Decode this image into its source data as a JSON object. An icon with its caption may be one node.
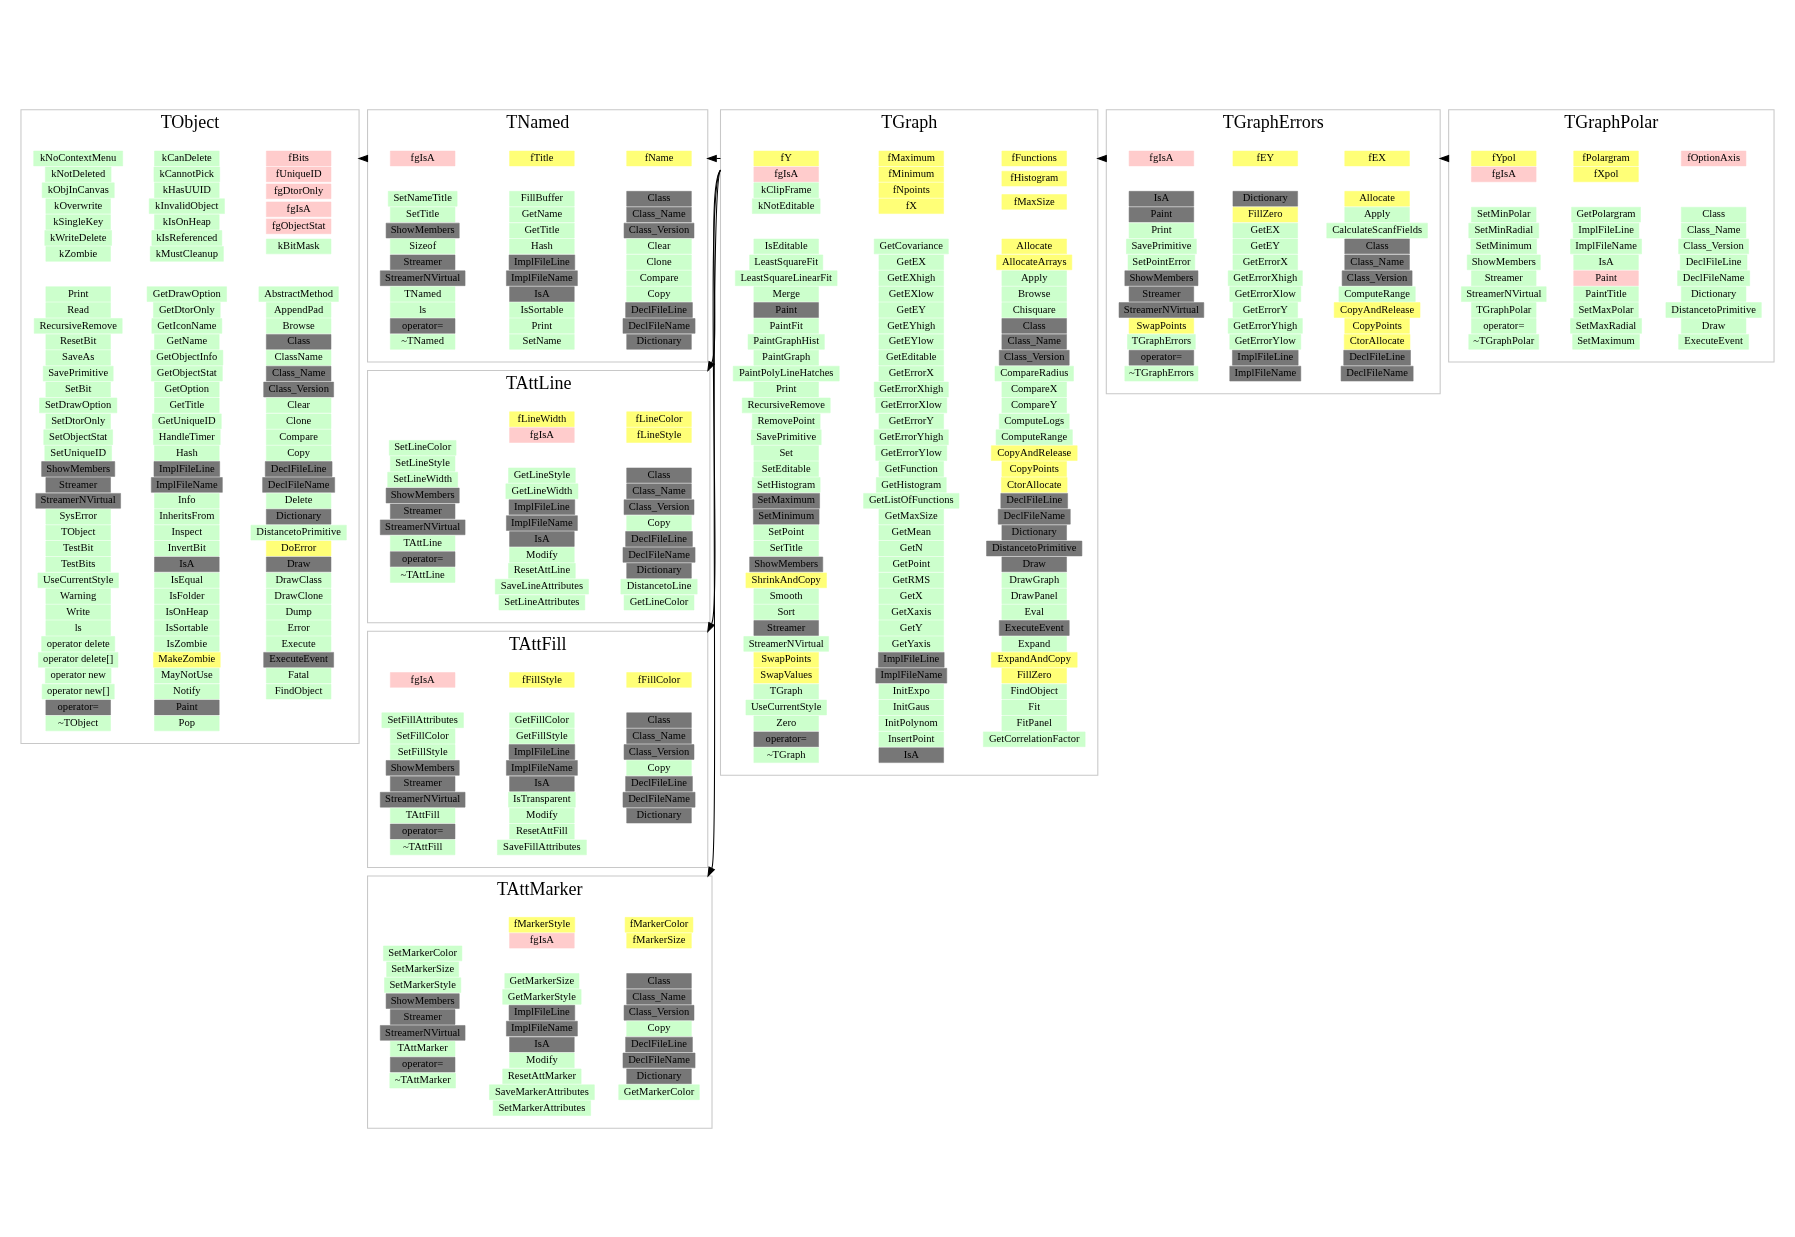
{
  "diagram": {
    "nodes": [
      {
        "text": [
          "TObject"
        ]
      },
      {
        "text": [
          "kNoContextMenu"
        ],
        "in": 0
      },
      {
        "text": [
          "kNotDeleted"
        ],
        "in": 0
      },
      {
        "text": [
          "kObjInCanvas"
        ],
        "in": 0
      },
      {
        "text": [
          "kOverwrite"
        ],
        "in": 0
      },
      {
        "text": [
          "kSingleKey"
        ],
        "in": 0
      },
      {
        "text": [
          "kWriteDelete"
        ],
        "in": 0
      },
      {
        "text": [
          "kZombie"
        ],
        "in": 0
      },
      {
        "text": [
          "Print"
        ],
        "in": 0
      },
      {
        "text": [
          "Read"
        ],
        "in": 0
      },
      {
        "text": [
          "RecursiveRemove"
        ],
        "in": 0
      },
      {
        "text": [
          "ResetBit"
        ],
        "in": 0
      },
      {
        "text": [
          "SaveAs"
        ],
        "in": 0
      },
      {
        "text": [
          "SavePrimitive"
        ],
        "in": 0
      },
      {
        "text": [
          "SetBit"
        ],
        "in": 0
      },
      {
        "text": [
          "SetDrawOption"
        ],
        "in": 0
      },
      {
        "text": [
          "SetDtorOnly"
        ],
        "in": 0
      },
      {
        "text": [
          "SetObjectStat"
        ],
        "in": 0
      },
      {
        "text": [
          "SetUniqueID"
        ],
        "in": 0
      },
      {
        "text": [
          "ShowMembers"
        ],
        "in": 0
      },
      {
        "text": [
          "Streamer"
        ],
        "in": 0
      },
      {
        "text": [
          "StreamerNVirtual"
        ],
        "in": 0
      },
      {
        "text": [
          "SysError"
        ],
        "in": 0
      },
      {
        "text": [
          "TObject"
        ],
        "in": 0
      },
      {
        "text": [
          "TestBit"
        ],
        "in": 0
      },
      {
        "text": [
          "TestBits"
        ],
        "in": 0
      },
      {
        "text": [
          "UseCurrentStyle"
        ],
        "in": 0
      },
      {
        "text": [
          "Warning"
        ],
        "in": 0
      },
      {
        "text": [
          "Write"
        ],
        "in": 0
      },
      {
        "text": [
          "ls"
        ],
        "in": 0
      },
      {
        "text": [
          "operator delete"
        ],
        "in": 0
      },
      {
        "text": [
          "operator delete[]"
        ],
        "in": 0
      },
      {
        "text": [
          "operator new"
        ],
        "in": 0
      },
      {
        "text": [
          "operator new[]"
        ],
        "in": 0
      },
      {
        "text": [
          "operator="
        ],
        "in": 0
      },
      {
        "text": [
          "~TObject"
        ],
        "in": 0
      },
      {
        "text": [
          "kCanDelete"
        ],
        "in": 0
      },
      {
        "text": [
          "kCannotPick"
        ],
        "in": 0
      },
      {
        "text": [
          "kHasUUID"
        ],
        "in": 0
      },
      {
        "text": [
          "kInvalidObject"
        ],
        "in": 0
      },
      {
        "text": [
          "kIsOnHeap"
        ],
        "in": 0
      },
      {
        "text": [
          "kIsReferenced"
        ],
        "in": 0
      },
      {
        "text": [
          "kMustCleanup"
        ],
        "in": 0
      },
      {
        "text": [
          "GetDrawOption"
        ],
        "in": 0
      },
      {
        "text": [
          "GetDtorOnly"
        ],
        "in": 0
      },
      {
        "text": [
          "GetIconName"
        ],
        "in": 0
      },
      {
        "text": [
          "GetName"
        ],
        "in": 0
      },
      {
        "text": [
          "GetObjectInfo"
        ],
        "in": 0
      },
      {
        "text": [
          "GetObjectStat"
        ],
        "in": 0
      },
      {
        "text": [
          "GetOption"
        ],
        "in": 0
      },
      {
        "text": [
          "GetTitle"
        ],
        "in": 0
      },
      {
        "text": [
          "GetUniqueID"
        ],
        "in": 0
      },
      {
        "text": [
          "HandleTimer"
        ],
        "in": 0
      },
      {
        "text": [
          "Hash"
        ],
        "in": 0
      },
      {
        "text": [
          "ImplFileLine"
        ],
        "in": 0
      },
      {
        "text": [
          "ImplFileName"
        ],
        "in": 0
      },
      {
        "text": [
          "Info"
        ],
        "in": 0
      },
      {
        "text": [
          "InheritsFrom"
        ],
        "in": 0
      },
      {
        "text": [
          "Inspect"
        ],
        "in": 0
      },
      {
        "text": [
          "InvertBit"
        ],
        "in": 0
      },
      {
        "text": [
          "IsA"
        ],
        "in": 0
      },
      {
        "text": [
          "IsEqual"
        ],
        "in": 0
      },
      {
        "text": [
          "IsFolder"
        ],
        "in": 0
      },
      {
        "text": [
          "IsOnHeap"
        ],
        "in": 0
      },
      {
        "text": [
          "IsSortable"
        ],
        "in": 0
      },
      {
        "text": [
          "IsZombie"
        ],
        "in": 0
      },
      {
        "text": [
          "MakeZombie"
        ],
        "in": 0
      },
      {
        "text": [
          "MayNotUse"
        ],
        "in": 0
      },
      {
        "text": [
          "Notify"
        ],
        "in": 0
      },
      {
        "text": [
          "Paint"
        ],
        "in": 0
      },
      {
        "text": [
          "Pop"
        ],
        "in": 0
      },
      {
        "text": [
          "fBits"
        ],
        "in": 0
      },
      {
        "text": [
          "fUniqueID"
        ],
        "in": 0
      },
      {
        "text": [
          "fgDtorOnly"
        ],
        "in": 0
      },
      {
        "text": [
          "fgIsA"
        ],
        "in": 0
      },
      {
        "text": [
          "fgObjectStat"
        ],
        "in": 0
      },
      {
        "text": [
          "kBitMask"
        ],
        "in": 0
      },
      {
        "text": [
          "AbstractMethod"
        ],
        "in": 0
      },
      {
        "text": [
          "AppendPad"
        ],
        "in": 0
      },
      {
        "text": [
          "Browse"
        ],
        "in": 0
      },
      {
        "text": [
          "Class"
        ],
        "in": 0
      },
      {
        "text": [
          "ClassName"
        ],
        "in": 0
      },
      {
        "text": [
          "Class_Name"
        ],
        "in": 0
      },
      {
        "text": [
          "Class_Version"
        ],
        "in": 0
      },
      {
        "text": [
          "Clear"
        ],
        "in": 0
      },
      {
        "text": [
          "Clone"
        ],
        "in": 0
      },
      {
        "text": [
          "Compare"
        ],
        "in": 0
      },
      {
        "text": [
          "Copy"
        ],
        "in": 0
      },
      {
        "text": [
          "DeclFileLine"
        ],
        "in": 0
      },
      {
        "text": [
          "DeclFileName"
        ],
        "in": 0
      },
      {
        "text": [
          "Delete"
        ],
        "in": 0
      },
      {
        "text": [
          "Dictionary"
        ],
        "in": 0
      },
      {
        "text": [
          "DistancetoPrimitive"
        ],
        "in": 0
      },
      {
        "text": [
          "DoError"
        ],
        "in": 0
      },
      {
        "text": [
          "Draw"
        ],
        "in": 0
      },
      {
        "text": [
          "DrawClass"
        ],
        "in": 0
      },
      {
        "text": [
          "DrawClone"
        ],
        "in": 0
      },
      {
        "text": [
          "Dump"
        ],
        "in": 0
      },
      {
        "text": [
          "Error"
        ],
        "in": 0
      },
      {
        "text": [
          "Execute"
        ],
        "in": 0
      },
      {
        "text": [
          "ExecuteEvent"
        ],
        "in": 0
      },
      {
        "text": [
          "Fatal"
        ],
        "in": 0
      },
      {
        "text": [
          "FindObject"
        ],
        "in": 0
      },
      {
        "text": [
          "TNamed"
        ]
      },
      {
        "text": [
          "fgIsA"
        ],
        "in": 103
      },
      {
        "text": [
          "SetNameTitle"
        ],
        "in": 103
      },
      {
        "text": [
          "SetTitle"
        ],
        "in": 103
      },
      {
        "text": [
          "ShowMembers"
        ],
        "in": 103
      },
      {
        "text": [
          "Sizeof"
        ],
        "in": 103
      },
      {
        "text": [
          "Streamer"
        ],
        "in": 103
      },
      {
        "text": [
          "StreamerNVirtual"
        ],
        "in": 103
      },
      {
        "text": [
          "TNamed"
        ],
        "in": 103
      },
      {
        "text": [
          "ls"
        ],
        "in": 103
      },
      {
        "text": [
          "operator="
        ],
        "in": 103
      },
      {
        "text": [
          "~TNamed"
        ],
        "in": 103
      },
      {
        "text": [
          "fTitle"
        ],
        "in": 103
      },
      {
        "text": [
          "FillBuffer"
        ],
        "in": 103
      },
      {
        "text": [
          "GetName"
        ],
        "in": 103
      },
      {
        "text": [
          "GetTitle"
        ],
        "in": 103
      },
      {
        "text": [
          "Hash"
        ],
        "in": 103
      },
      {
        "text": [
          "ImplFileLine"
        ],
        "in": 103
      },
      {
        "text": [
          "ImplFileName"
        ],
        "in": 103
      },
      {
        "text": [
          "IsA"
        ],
        "in": 103
      },
      {
        "text": [
          "IsSortable"
        ],
        "in": 103
      },
      {
        "text": [
          "Print"
        ],
        "in": 103
      },
      {
        "text": [
          "SetName"
        ],
        "in": 103
      },
      {
        "text": [
          "fName"
        ],
        "in": 103
      },
      {
        "text": [
          "Class"
        ],
        "in": 103
      },
      {
        "text": [
          "Class_Name"
        ],
        "in": 103
      },
      {
        "text": [
          "Class_Version"
        ],
        "in": 103
      },
      {
        "text": [
          "Clear"
        ],
        "in": 103
      },
      {
        "text": [
          "Clone"
        ],
        "in": 103
      },
      {
        "text": [
          "Compare"
        ],
        "in": 103
      },
      {
        "text": [
          "Copy"
        ],
        "in": 103
      },
      {
        "text": [
          "DeclFileLine"
        ],
        "in": 103
      },
      {
        "text": [
          "DeclFileName"
        ],
        "in": 103
      },
      {
        "text": [
          "Dictionary"
        ],
        "in": 103
      },
      {
        "text": [
          "TAttLine"
        ]
      },
      {
        "text": [
          "SetLineColor"
        ],
        "in": 137
      },
      {
        "text": [
          "SetLineStyle"
        ],
        "in": 137
      },
      {
        "text": [
          "SetLineWidth"
        ],
        "in": 137
      },
      {
        "text": [
          "ShowMembers"
        ],
        "in": 137
      },
      {
        "text": [
          "Streamer"
        ],
        "in": 137
      },
      {
        "text": [
          "StreamerNVirtual"
        ],
        "in": 137
      },
      {
        "text": [
          "TAttLine"
        ],
        "in": 137
      },
      {
        "text": [
          "operator="
        ],
        "in": 137
      },
      {
        "text": [
          "~TAttLine"
        ],
        "in": 137
      },
      {
        "text": [
          "fLineWidth"
        ],
        "in": 137
      },
      {
        "text": [
          "fgIsA"
        ],
        "in": 137
      },
      {
        "text": [
          "GetLineStyle"
        ],
        "in": 137
      },
      {
        "text": [
          "GetLineWidth"
        ],
        "in": 137
      },
      {
        "text": [
          "ImplFileLine"
        ],
        "in": 137
      },
      {
        "text": [
          "ImplFileName"
        ],
        "in": 137
      },
      {
        "text": [
          "IsA"
        ],
        "in": 137
      },
      {
        "text": [
          "Modify"
        ],
        "in": 137
      },
      {
        "text": [
          "ResetAttLine"
        ],
        "in": 137
      },
      {
        "text": [
          "SaveLineAttributes"
        ],
        "in": 137
      },
      {
        "text": [
          "SetLineAttributes"
        ],
        "in": 137
      },
      {
        "text": [
          "fLineColor"
        ],
        "in": 137
      },
      {
        "text": [
          "fLineStyle"
        ],
        "in": 137
      },
      {
        "text": [
          "Class"
        ],
        "in": 137
      },
      {
        "text": [
          "Class_Name"
        ],
        "in": 137
      },
      {
        "text": [
          "Class_Version"
        ],
        "in": 137
      },
      {
        "text": [
          "Copy"
        ],
        "in": 137
      },
      {
        "text": [
          "DeclFileLine"
        ],
        "in": 137
      },
      {
        "text": [
          "DeclFileName"
        ],
        "in": 137
      },
      {
        "text": [
          "Dictionary"
        ],
        "in": 137
      },
      {
        "text": [
          "DistancetoLine"
        ],
        "in": 137
      },
      {
        "text": [
          "GetLineColor"
        ],
        "in": 137
      },
      {
        "text": [
          "TAttFill"
        ]
      },
      {
        "text": [
          "fgIsA"
        ],
        "in": 169
      },
      {
        "text": [
          "SetFillAttributes"
        ],
        "in": 169
      },
      {
        "text": [
          "SetFillColor"
        ],
        "in": 169
      },
      {
        "text": [
          "SetFillStyle"
        ],
        "in": 169
      },
      {
        "text": [
          "ShowMembers"
        ],
        "in": 169
      },
      {
        "text": [
          "Streamer"
        ],
        "in": 169
      },
      {
        "text": [
          "StreamerNVirtual"
        ],
        "in": 169
      },
      {
        "text": [
          "TAttFill"
        ],
        "in": 169
      },
      {
        "text": [
          "operator="
        ],
        "in": 169
      },
      {
        "text": [
          "~TAttFill"
        ],
        "in": 169
      },
      {
        "text": [
          "fFillStyle"
        ],
        "in": 169
      },
      {
        "text": [
          "GetFillColor"
        ],
        "in": 169
      },
      {
        "text": [
          "GetFillStyle"
        ],
        "in": 169
      },
      {
        "text": [
          "ImplFileLine"
        ],
        "in": 169
      },
      {
        "text": [
          "ImplFileName"
        ],
        "in": 169
      },
      {
        "text": [
          "IsA"
        ],
        "in": 169
      },
      {
        "text": [
          "IsTransparent"
        ],
        "in": 169
      },
      {
        "text": [
          "Modify"
        ],
        "in": 169
      },
      {
        "text": [
          "ResetAttFill"
        ],
        "in": 169
      },
      {
        "text": [
          "SaveFillAttributes"
        ],
        "in": 169
      },
      {
        "text": [
          "fFillColor"
        ],
        "in": 169
      },
      {
        "text": [
          "Class"
        ],
        "in": 169
      },
      {
        "text": [
          "Class_Name"
        ],
        "in": 169
      },
      {
        "text": [
          "Class_Version"
        ],
        "in": 169
      },
      {
        "text": [
          "Copy"
        ],
        "in": 169
      },
      {
        "text": [
          "DeclFileLine"
        ],
        "in": 169
      },
      {
        "text": [
          "DeclFileName"
        ],
        "in": 169
      },
      {
        "text": [
          "Dictionary"
        ],
        "in": 169
      },
      {
        "text": [
          "TAttMarker"
        ]
      },
      {
        "text": [
          "SetMarkerColor"
        ],
        "in": 198
      },
      {
        "text": [
          "SetMarkerSize"
        ],
        "in": 198
      },
      {
        "text": [
          "SetMarkerStyle"
        ],
        "in": 198
      },
      {
        "text": [
          "ShowMembers"
        ],
        "in": 198
      },
      {
        "text": [
          "Streamer"
        ],
        "in": 198
      },
      {
        "text": [
          "StreamerNVirtual"
        ],
        "in": 198
      },
      {
        "text": [
          "TAttMarker"
        ],
        "in": 198
      },
      {
        "text": [
          "operator="
        ],
        "in": 198
      },
      {
        "text": [
          "~TAttMarker"
        ],
        "in": 198
      },
      {
        "text": [
          "fMarkerStyle"
        ],
        "in": 198
      },
      {
        "text": [
          "fgIsA"
        ],
        "in": 198
      },
      {
        "text": [
          "GetMarkerSize"
        ],
        "in": 198
      },
      {
        "text": [
          "GetMarkerStyle"
        ],
        "in": 198
      },
      {
        "text": [
          "ImplFileLine"
        ],
        "in": 198
      },
      {
        "text": [
          "ImplFileName"
        ],
        "in": 198
      },
      {
        "text": [
          "IsA"
        ],
        "in": 198
      },
      {
        "text": [
          "Modify"
        ],
        "in": 198
      },
      {
        "text": [
          "ResetAttMarker"
        ],
        "in": 198
      },
      {
        "text": [
          "SaveMarkerAttributes"
        ],
        "in": 198
      },
      {
        "text": [
          "SetMarkerAttributes"
        ],
        "in": 198
      },
      {
        "text": [
          "fMarkerColor"
        ],
        "in": 198
      },
      {
        "text": [
          "fMarkerSize"
        ],
        "in": 198
      },
      {
        "text": [
          "Class"
        ],
        "in": 198
      },
      {
        "text": [
          "Class_Name"
        ],
        "in": 198
      },
      {
        "text": [
          "Class_Version"
        ],
        "in": 198
      },
      {
        "text": [
          "Copy"
        ],
        "in": 198
      },
      {
        "text": [
          "DeclFileLine"
        ],
        "in": 198
      },
      {
        "text": [
          "DeclFileName"
        ],
        "in": 198
      },
      {
        "text": [
          "Dictionary"
        ],
        "in": 198
      },
      {
        "text": [
          "GetMarkerColor"
        ],
        "in": 198
      },
      {
        "text": [
          "TGraph"
        ]
      },
      {
        "text": [
          "fY"
        ],
        "in": 229
      },
      {
        "text": [
          "fgIsA"
        ],
        "in": 229
      },
      {
        "text": [
          "kClipFrame"
        ],
        "in": 229
      },
      {
        "text": [
          "kNotEditable"
        ],
        "in": 229
      },
      {
        "text": [
          "IsEditable"
        ],
        "in": 229
      },
      {
        "text": [
          "LeastSquareFit"
        ],
        "in": 229
      },
      {
        "text": [
          "LeastSquareLinearFit"
        ],
        "in": 229
      },
      {
        "text": [
          "Merge"
        ],
        "in": 229
      },
      {
        "text": [
          "Paint"
        ],
        "in": 229
      },
      {
        "text": [
          "PaintFit"
        ],
        "in": 229
      },
      {
        "text": [
          "PaintGraphHist"
        ],
        "in": 229
      },
      {
        "text": [
          "PaintGraph"
        ],
        "in": 229
      },
      {
        "text": [
          "PaintPolyLineHatches"
        ],
        "in": 229
      },
      {
        "text": [
          "Print"
        ],
        "in": 229
      },
      {
        "text": [
          "RecursiveRemove"
        ],
        "in": 229
      },
      {
        "text": [
          "RemovePoint"
        ],
        "in": 229
      },
      {
        "text": [
          "SavePrimitive"
        ],
        "in": 229
      },
      {
        "text": [
          "Set"
        ],
        "in": 229
      },
      {
        "text": [
          "SetEditable"
        ],
        "in": 229
      },
      {
        "text": [
          "SetHistogram"
        ],
        "in": 229
      },
      {
        "text": [
          "SetMaximum"
        ],
        "in": 229
      },
      {
        "text": [
          "SetMinimum"
        ],
        "in": 229
      },
      {
        "text": [
          "SetPoint"
        ],
        "in": 229
      },
      {
        "text": [
          "SetTitle"
        ],
        "in": 229
      },
      {
        "text": [
          "ShowMembers"
        ],
        "in": 229
      },
      {
        "text": [
          "ShrinkAndCopy"
        ],
        "in": 229
      },
      {
        "text": [
          "Smooth"
        ],
        "in": 229
      },
      {
        "text": [
          "Sort"
        ],
        "in": 229
      },
      {
        "text": [
          "Streamer"
        ],
        "in": 229
      },
      {
        "text": [
          "StreamerNVirtual"
        ],
        "in": 229
      },
      {
        "text": [
          "SwapPoints"
        ],
        "in": 229
      },
      {
        "text": [
          "SwapValues"
        ],
        "in": 229
      },
      {
        "text": [
          "TGraph"
        ],
        "in": 229
      },
      {
        "text": [
          "UseCurrentStyle"
        ],
        "in": 229
      },
      {
        "text": [
          "Zero"
        ],
        "in": 229
      },
      {
        "text": [
          "operator="
        ],
        "in": 229
      },
      {
        "text": [
          "~TGraph"
        ],
        "in": 229
      },
      {
        "text": [
          "fMaximum"
        ],
        "in": 229
      },
      {
        "text": [
          "fMinimum"
        ],
        "in": 229
      },
      {
        "text": [
          "fNpoints"
        ],
        "in": 229
      },
      {
        "text": [
          "fX"
        ],
        "in": 229
      },
      {
        "text": [
          "GetCovariance"
        ],
        "in": 229
      },
      {
        "text": [
          "GetEX"
        ],
        "in": 229
      },
      {
        "text": [
          "GetEXhigh"
        ],
        "in": 229
      },
      {
        "text": [
          "GetEXlow"
        ],
        "in": 229
      },
      {
        "text": [
          "GetEY"
        ],
        "in": 229
      },
      {
        "text": [
          "GetEYhigh"
        ],
        "in": 229
      },
      {
        "text": [
          "GetEYlow"
        ],
        "in": 229
      },
      {
        "text": [
          "GetEditable"
        ],
        "in": 229
      },
      {
        "text": [
          "GetErrorX"
        ],
        "in": 229
      },
      {
        "text": [
          "GetErrorXhigh"
        ],
        "in": 229
      },
      {
        "text": [
          "GetErrorXlow"
        ],
        "in": 229
      },
      {
        "text": [
          "GetErrorY"
        ],
        "in": 229
      },
      {
        "text": [
          "GetErrorYhigh"
        ],
        "in": 229
      },
      {
        "text": [
          "GetErrorYlow"
        ],
        "in": 229
      },
      {
        "text": [
          "GetFunction"
        ],
        "in": 229
      },
      {
        "text": [
          "GetHistogram"
        ],
        "in": 229
      },
      {
        "text": [
          "GetListOfFunctions"
        ],
        "in": 229
      },
      {
        "text": [
          "GetMaxSize"
        ],
        "in": 229
      },
      {
        "text": [
          "GetMean"
        ],
        "in": 229
      },
      {
        "text": [
          "GetN"
        ],
        "in": 229
      },
      {
        "text": [
          "GetPoint"
        ],
        "in": 229
      },
      {
        "text": [
          "GetRMS"
        ],
        "in": 229
      },
      {
        "text": [
          "GetX"
        ],
        "in": 229
      },
      {
        "text": [
          "GetXaxis"
        ],
        "in": 229
      },
      {
        "text": [
          "GetY"
        ],
        "in": 229
      },
      {
        "text": [
          "GetYaxis"
        ],
        "in": 229
      },
      {
        "text": [
          "ImplFileLine"
        ],
        "in": 229
      },
      {
        "text": [
          "ImplFileName"
        ],
        "in": 229
      },
      {
        "text": [
          "InitExpo"
        ],
        "in": 229
      },
      {
        "text": [
          "InitGaus"
        ],
        "in": 229
      },
      {
        "text": [
          "InitPolynom"
        ],
        "in": 229
      },
      {
        "text": [
          "InsertPoint"
        ],
        "in": 229
      },
      {
        "text": [
          "IsA"
        ],
        "in": 229
      },
      {
        "text": [
          "fFunctions"
        ],
        "in": 229
      },
      {
        "text": [
          "fHistogram"
        ],
        "in": 229
      },
      {
        "text": [
          "fMaxSize"
        ],
        "in": 229
      },
      {
        "text": [
          "Allocate"
        ],
        "in": 229
      },
      {
        "text": [
          "AllocateArrays"
        ],
        "in": 229
      },
      {
        "text": [
          "Apply"
        ],
        "in": 229
      },
      {
        "text": [
          "Browse"
        ],
        "in": 229
      },
      {
        "text": [
          "Chisquare"
        ],
        "in": 229
      },
      {
        "text": [
          "Class"
        ],
        "in": 229
      },
      {
        "text": [
          "Class_Name"
        ],
        "in": 229
      },
      {
        "text": [
          "Class_Version"
        ],
        "in": 229
      },
      {
        "text": [
          "CompareRadius"
        ],
        "in": 229
      },
      {
        "text": [
          "CompareX"
        ],
        "in": 229
      },
      {
        "text": [
          "CompareY"
        ],
        "in": 229
      },
      {
        "text": [
          "ComputeLogs"
        ],
        "in": 229
      },
      {
        "text": [
          "ComputeRange"
        ],
        "in": 229
      },
      {
        "text": [
          "CopyAndRelease"
        ],
        "in": 229
      },
      {
        "text": [
          "CopyPoints"
        ],
        "in": 229
      },
      {
        "text": [
          "CtorAllocate"
        ],
        "in": 229
      },
      {
        "text": [
          "DeclFileLine"
        ],
        "in": 229
      },
      {
        "text": [
          "DeclFileName"
        ],
        "in": 229
      },
      {
        "text": [
          "Dictionary"
        ],
        "in": 229
      },
      {
        "text": [
          "DistancetoPrimitive"
        ],
        "in": 229
      },
      {
        "text": [
          "Draw"
        ],
        "in": 229
      },
      {
        "text": [
          "DrawGraph"
        ],
        "in": 229
      },
      {
        "text": [
          "DrawPanel"
        ],
        "in": 229
      },
      {
        "text": [
          "Eval"
        ],
        "in": 229
      },
      {
        "text": [
          "ExecuteEvent"
        ],
        "in": 229
      },
      {
        "text": [
          "Expand"
        ],
        "in": 229
      },
      {
        "text": [
          "ExpandAndCopy"
        ],
        "in": 229
      },
      {
        "text": [
          "FillZero"
        ],
        "in": 229
      },
      {
        "text": [
          "FindObject"
        ],
        "in": 229
      },
      {
        "text": [
          "Fit"
        ],
        "in": 229
      },
      {
        "text": [
          "FitPanel"
        ],
        "in": 229
      },
      {
        "text": [
          "GetCorrelationFactor"
        ],
        "in": 229
      },
      {
        "text": [
          "TGraphErrors"
        ]
      },
      {
        "text": [
          "fgIsA"
        ],
        "in": 339
      },
      {
        "text": [
          "IsA"
        ],
        "in": 339
      },
      {
        "text": [
          "Paint"
        ],
        "in": 339
      },
      {
        "text": [
          "Print"
        ],
        "in": 339
      },
      {
        "text": [
          "SavePrimitive"
        ],
        "in": 339
      },
      {
        "text": [
          "SetPointError"
        ],
        "in": 339
      },
      {
        "text": [
          "ShowMembers"
        ],
        "in": 339
      },
      {
        "text": [
          "Streamer"
        ],
        "in": 339
      },
      {
        "text": [
          "StreamerNVirtual"
        ],
        "in": 339
      },
      {
        "text": [
          "SwapPoints"
        ],
        "in": 339
      },
      {
        "text": [
          "TGraphErrors"
        ],
        "in": 339
      },
      {
        "text": [
          "operator="
        ],
        "in": 339
      },
      {
        "text": [
          "~TGraphErrors"
        ],
        "in": 339
      },
      {
        "text": [
          "fEY"
        ],
        "in": 339
      },
      {
        "text": [
          "Dictionary"
        ],
        "in": 339
      },
      {
        "text": [
          "FillZero"
        ],
        "in": 339
      },
      {
        "text": [
          "GetEX"
        ],
        "in": 339
      },
      {
        "text": [
          "GetEY"
        ],
        "in": 339
      },
      {
        "text": [
          "GetErrorX"
        ],
        "in": 339
      },
      {
        "text": [
          "GetErrorXhigh"
        ],
        "in": 339
      },
      {
        "text": [
          "GetErrorXlow"
        ],
        "in": 339
      },
      {
        "text": [
          "GetErrorY"
        ],
        "in": 339
      },
      {
        "text": [
          "GetErrorYhigh"
        ],
        "in": 339
      },
      {
        "text": [
          "GetErrorYlow"
        ],
        "in": 339
      },
      {
        "text": [
          "ImplFileLine"
        ],
        "in": 339
      },
      {
        "text": [
          "ImplFileName"
        ],
        "in": 339
      },
      {
        "text": [
          "fEX"
        ],
        "in": 339
      },
      {
        "text": [
          "Allocate"
        ],
        "in": 339
      },
      {
        "text": [
          "Apply"
        ],
        "in": 339
      },
      {
        "text": [
          "CalculateScanfFields"
        ],
        "in": 339
      },
      {
        "text": [
          "Class"
        ],
        "in": 339
      },
      {
        "text": [
          "Class_Name"
        ],
        "in": 339
      },
      {
        "text": [
          "Class_Version"
        ],
        "in": 339
      },
      {
        "text": [
          "ComputeRange"
        ],
        "in": 339
      },
      {
        "text": [
          "CopyAndRelease"
        ],
        "in": 339
      },
      {
        "text": [
          "CopyPoints"
        ],
        "in": 339
      },
      {
        "text": [
          "CtorAllocate"
        ],
        "in": 339
      },
      {
        "text": [
          "DeclFileLine"
        ],
        "in": 339
      },
      {
        "text": [
          "DeclFileName"
        ],
        "in": 339
      },
      {
        "text": [
          "TGraphPolar"
        ]
      },
      {
        "text": [
          "fYpol"
        ],
        "in": 379
      },
      {
        "text": [
          "fgIsA"
        ],
        "in": 379
      },
      {
        "text": [
          "SetMinPolar"
        ],
        "in": 379
      },
      {
        "text": [
          "SetMinRadial"
        ],
        "in": 379
      },
      {
        "text": [
          "SetMinimum"
        ],
        "in": 379
      },
      {
        "text": [
          "ShowMembers"
        ],
        "in": 379
      },
      {
        "text": [
          "Streamer"
        ],
        "in": 379
      },
      {
        "text": [
          "StreamerNVirtual"
        ],
        "in": 379
      },
      {
        "text": [
          "TGraphPolar"
        ],
        "in": 379
      },
      {
        "text": [
          "operator="
        ],
        "in": 379
      },
      {
        "text": [
          "~TGraphPolar"
        ],
        "in": 379
      },
      {
        "text": [
          "fPolargram"
        ],
        "in": 379
      },
      {
        "text": [
          "fXpol"
        ],
        "in": 379
      },
      {
        "text": [
          "GetPolargram"
        ],
        "in": 379
      },
      {
        "text": [
          "ImplFileLine"
        ],
        "in": 379
      },
      {
        "text": [
          "ImplFileName"
        ],
        "in": 379
      },
      {
        "text": [
          "IsA"
        ],
        "in": 379
      },
      {
        "text": [
          "Paint"
        ],
        "in": 379
      },
      {
        "text": [
          "PaintTitle"
        ],
        "in": 379
      },
      {
        "text": [
          "SetMaxPolar"
        ],
        "in": 379
      },
      {
        "text": [
          "SetMaxRadial"
        ],
        "in": 379
      },
      {
        "text": [
          "SetMaximum"
        ],
        "in": 379
      },
      {
        "text": [
          "fOptionAxis"
        ],
        "in": 379
      },
      {
        "text": [
          "Class"
        ],
        "in": 379
      },
      {
        "text": [
          "Class_Name"
        ],
        "in": 379
      },
      {
        "text": [
          "Class_Version"
        ],
        "in": 379
      },
      {
        "text": [
          "DeclFileLine"
        ],
        "in": 379
      },
      {
        "text": [
          "DeclFileName"
        ],
        "in": 379
      },
      {
        "text": [
          "Dictionary"
        ],
        "in": 379
      },
      {
        "text": [
          "DistancetoPrimitive"
        ],
        "in": 379
      },
      {
        "text": [
          "Draw"
        ],
        "in": 379
      },
      {
        "text": [
          "ExecuteEvent"
        ],
        "in": 379
      }
    ],
    "edges": [
      {
        "from": 103,
        "to": 0,
        "arrow": "to"
      },
      {
        "from": 229,
        "to": 103,
        "arrow": "to"
      },
      {
        "from": 229,
        "to": 137,
        "arrow": "to"
      },
      {
        "from": 229,
        "to": 169,
        "arrow": "to"
      },
      {
        "from": 229,
        "to": 198,
        "arrow": "to"
      },
      {
        "from": 339,
        "to": 229,
        "arrow": "to"
      },
      {
        "from": 379,
        "to": 339,
        "arrow": "to"
      }
    ]
  }
}
